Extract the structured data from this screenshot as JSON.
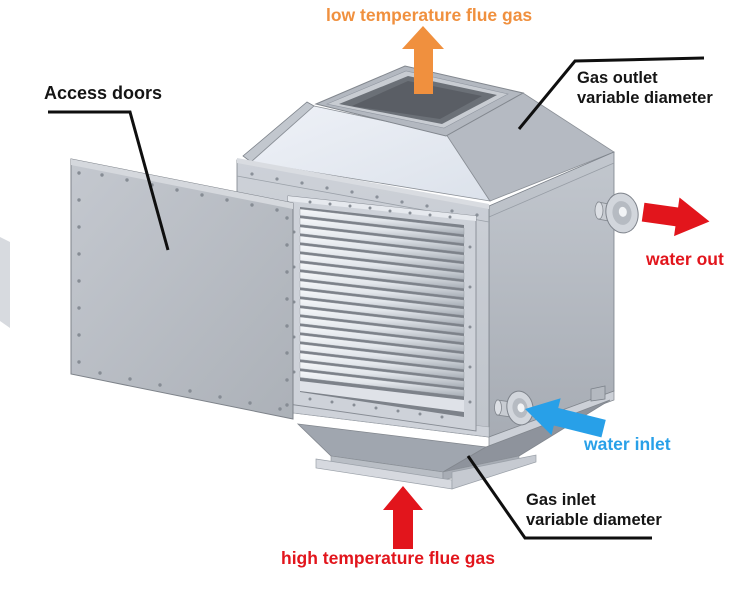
{
  "labels": {
    "low_temp_flue_gas": "low temperature flue gas",
    "access_doors": "Access doors",
    "gas_outlet_line1": "Gas outlet",
    "gas_outlet_line2": "variable diameter",
    "water_out": "water out",
    "water_inlet": "water inlet",
    "gas_inlet_line1": "Gas inlet",
    "gas_inlet_line2": "variable diameter",
    "high_temp_flue_gas": "high temperature flue gas"
  },
  "colors": {
    "orange": "#f0903e",
    "red": "#e2151c",
    "blue": "#28a0e8",
    "label_text": "#151515",
    "callout_line": "#0f0f0f"
  },
  "icons": {
    "low_temp_arrow": "arrow-up",
    "high_temp_arrow": "arrow-up",
    "water_out_arrow": "arrow-right",
    "water_inlet_arrow": "arrow-left"
  }
}
